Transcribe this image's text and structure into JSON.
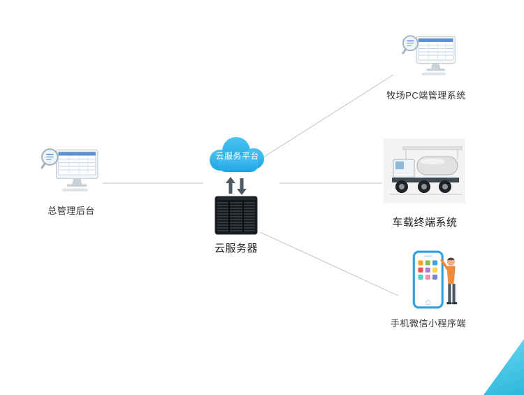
{
  "diagram": {
    "cloud": {
      "label": "云服务平台"
    },
    "server": {
      "label": "云服务器"
    },
    "nodes": {
      "admin": {
        "label": "总管理后台"
      },
      "pc": {
        "label": "牧场PC端管理系统"
      },
      "vehicle": {
        "label": "车载终端系统"
      },
      "wechat": {
        "label": "手机微信小程序端"
      }
    },
    "icons": [
      "admin-monitor-icon",
      "cloud-icon",
      "sync-arrows-icon",
      "server-rack-icon",
      "pc-monitor-icon",
      "tanker-truck-image",
      "phone-miniprogram-icon"
    ],
    "colors": {
      "cloud_blue": "#2fb2ea",
      "line_gray": "#c8cbcd",
      "corner_cyan": "#3cc3e2",
      "label_text": "#333333"
    }
  }
}
